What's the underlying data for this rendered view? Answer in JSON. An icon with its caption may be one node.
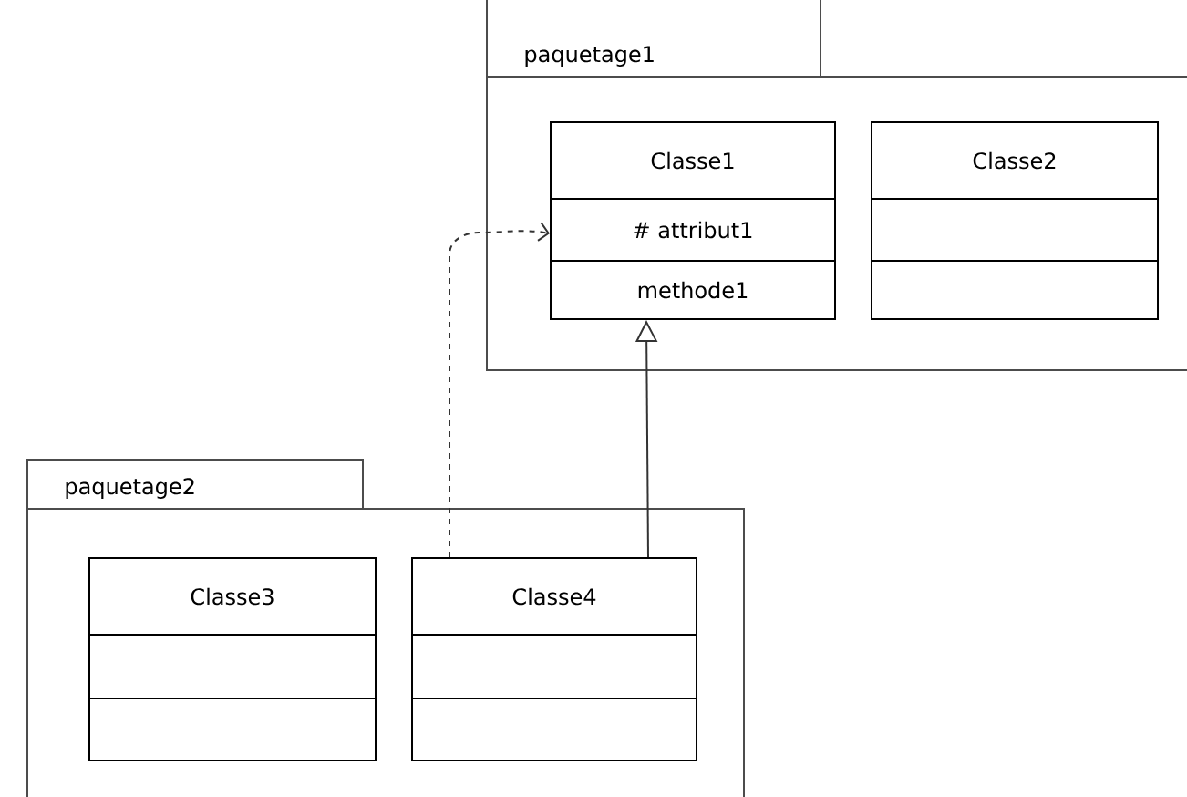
{
  "diagram": {
    "nodes": [
      {
        "text": [
          "paquetage1"
        ]
      },
      {
        "text": [
          "Classe1",
          "# attribut1",
          "methode1"
        ],
        "in": 0
      },
      {
        "text": [
          "Classe2"
        ],
        "in": 0
      },
      {
        "text": [
          "paquetage2"
        ]
      },
      {
        "text": [
          "Classe3"
        ],
        "in": 3
      },
      {
        "text": [
          "Classe4"
        ],
        "in": 3
      }
    ],
    "edges": [
      {
        "from": 5,
        "to": 1,
        "arrow": "to"
      },
      {
        "from": 5,
        "to": 1,
        "arrow": "to",
        "style": "dashed"
      }
    ]
  }
}
